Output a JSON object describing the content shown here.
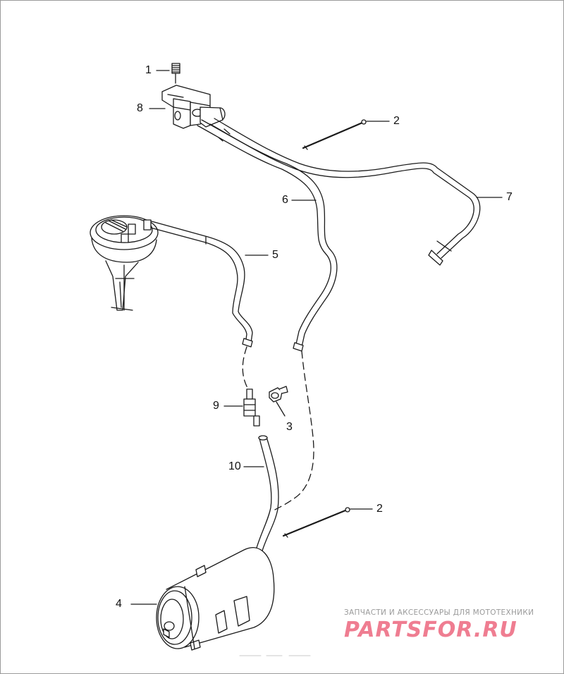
{
  "callouts": {
    "c1": "1",
    "c8": "8",
    "c2a": "2",
    "c7": "7",
    "c6": "6",
    "c5": "5",
    "c9": "9",
    "c3": "3",
    "c10": "10",
    "c2b": "2",
    "c4": "4"
  },
  "watermark": {
    "caption": "ЗАПЧАСТИ И АКСЕССУАРЫ ДЛЯ МОТОТЕХНИКИ",
    "logo": "PARTSFOR.RU"
  },
  "colors": {
    "line": "#1a1a1a",
    "watermark_logo": "#ee6f86",
    "watermark_caption": "#9a9a9a"
  }
}
